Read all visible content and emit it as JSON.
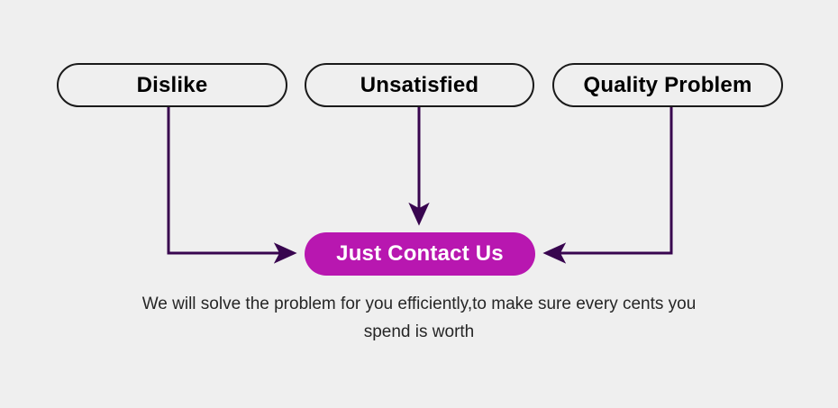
{
  "theme": {
    "background_color": "#efefef",
    "pill_border_color": "#1a1a1a",
    "pill_text_color": "#000000",
    "cta_background_color": "#b817b0",
    "cta_text_color": "#ffffff",
    "connector_color": "#38054f",
    "caption_text_color": "#262626"
  },
  "diagram": {
    "type": "flow",
    "sources": [
      {
        "id": "dislike",
        "label": "Dislike"
      },
      {
        "id": "unsatisfied",
        "label": "Unsatisfied"
      },
      {
        "id": "quality",
        "label": "Quality Problem"
      }
    ],
    "target": {
      "id": "contact",
      "label": "Just Contact Us"
    },
    "edges": [
      {
        "from": "dislike",
        "to": "contact",
        "shape": "down-right"
      },
      {
        "from": "unsatisfied",
        "to": "contact",
        "shape": "down"
      },
      {
        "from": "quality",
        "to": "contact",
        "shape": "down-left"
      }
    ],
    "caption": "We will solve the problem for you efficiently,to make sure every cents you spend is worth"
  }
}
